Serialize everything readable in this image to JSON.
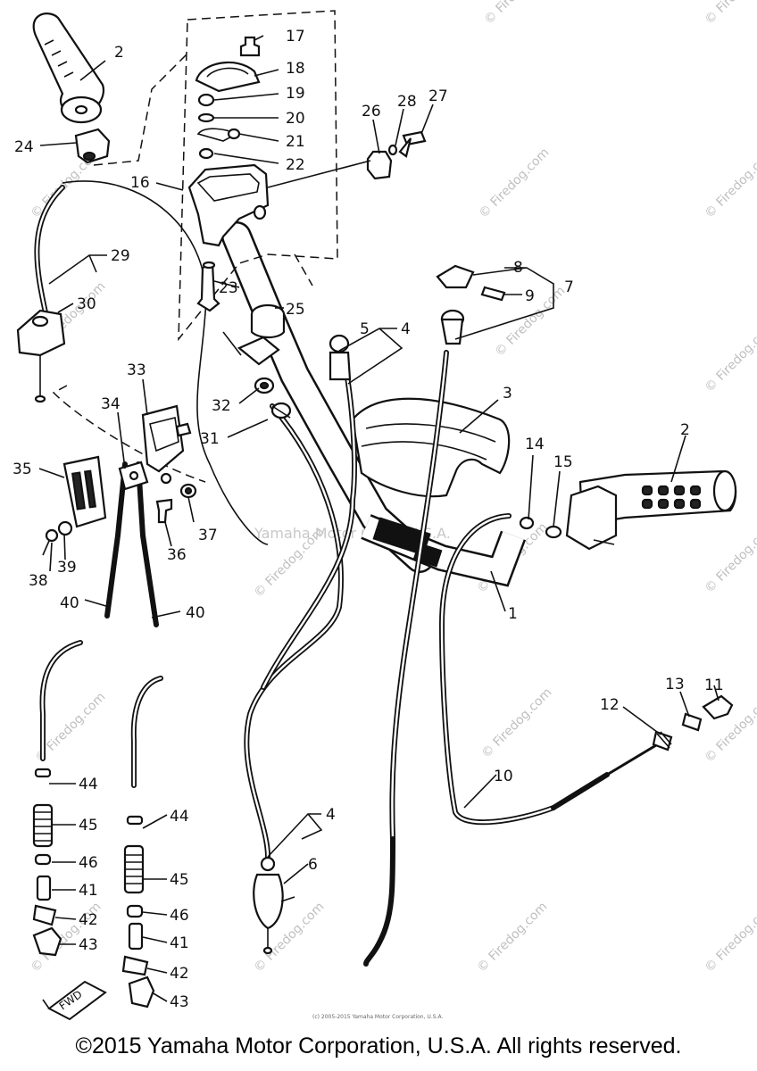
{
  "watermark": {
    "site": "© Firedog.com",
    "center": "Yamaha Motor Corp., U.S.A.",
    "small": "(c) 2005-2015 Yamaha Motor Corporation, U.S.A."
  },
  "fwd_tag": "FWD",
  "footer": "©2015 Yamaha Motor Corporation, U.S.A. All rights reserved.",
  "callouts": [
    {
      "id": "c-2a",
      "text": "2"
    },
    {
      "id": "c-17",
      "text": "17"
    },
    {
      "id": "c-18",
      "text": "18"
    },
    {
      "id": "c-19",
      "text": "19"
    },
    {
      "id": "c-20",
      "text": "20"
    },
    {
      "id": "c-21",
      "text": "21"
    },
    {
      "id": "c-22",
      "text": "22"
    },
    {
      "id": "c-24",
      "text": "24"
    },
    {
      "id": "c-16",
      "text": "16"
    },
    {
      "id": "c-26",
      "text": "26"
    },
    {
      "id": "c-28",
      "text": "28"
    },
    {
      "id": "c-27",
      "text": "27"
    },
    {
      "id": "c-29",
      "text": "29"
    },
    {
      "id": "c-30",
      "text": "30"
    },
    {
      "id": "c-23",
      "text": "23"
    },
    {
      "id": "c-25",
      "text": "25"
    },
    {
      "id": "c-8",
      "text": "8"
    },
    {
      "id": "c-9",
      "text": "9"
    },
    {
      "id": "c-7",
      "text": "7"
    },
    {
      "id": "c-5",
      "text": "5"
    },
    {
      "id": "c-4a",
      "text": "4"
    },
    {
      "id": "c-33",
      "text": "33"
    },
    {
      "id": "c-32",
      "text": "32"
    },
    {
      "id": "c-3",
      "text": "3"
    },
    {
      "id": "c-31",
      "text": "31"
    },
    {
      "id": "c-34",
      "text": "34"
    },
    {
      "id": "c-2b",
      "text": "2"
    },
    {
      "id": "c-14",
      "text": "14"
    },
    {
      "id": "c-15",
      "text": "15"
    },
    {
      "id": "c-35",
      "text": "35"
    },
    {
      "id": "c-37",
      "text": "37"
    },
    {
      "id": "c-36",
      "text": "36"
    },
    {
      "id": "c-38",
      "text": "38"
    },
    {
      "id": "c-39",
      "text": "39"
    },
    {
      "id": "c-1",
      "text": "1"
    },
    {
      "id": "c-40a",
      "text": "40"
    },
    {
      "id": "c-40b",
      "text": "40"
    },
    {
      "id": "c-11",
      "text": "11"
    },
    {
      "id": "c-13",
      "text": "13"
    },
    {
      "id": "c-12",
      "text": "12"
    },
    {
      "id": "c-10",
      "text": "10"
    },
    {
      "id": "c-44a",
      "text": "44"
    },
    {
      "id": "c-45a",
      "text": "45"
    },
    {
      "id": "c-44b",
      "text": "44"
    },
    {
      "id": "c-4b",
      "text": "4"
    },
    {
      "id": "c-46a",
      "text": "46"
    },
    {
      "id": "c-6",
      "text": "6"
    },
    {
      "id": "c-45b",
      "text": "45"
    },
    {
      "id": "c-41a",
      "text": "41"
    },
    {
      "id": "c-42a",
      "text": "42"
    },
    {
      "id": "c-46b",
      "text": "46"
    },
    {
      "id": "c-43a",
      "text": "43"
    },
    {
      "id": "c-41b",
      "text": "41"
    },
    {
      "id": "c-42b",
      "text": "42"
    },
    {
      "id": "c-43b",
      "text": "43"
    }
  ]
}
